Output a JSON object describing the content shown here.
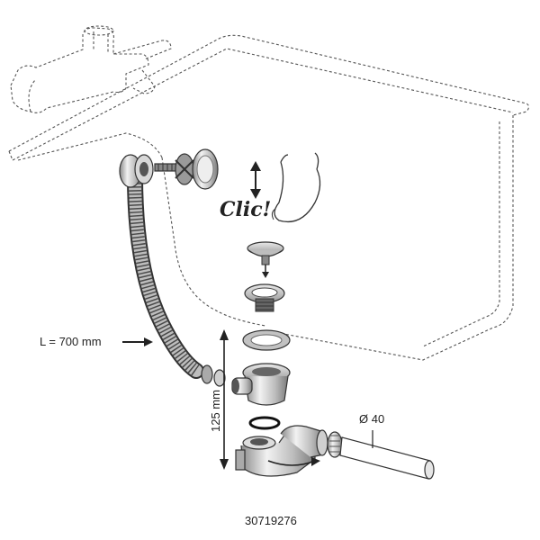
{
  "labels": {
    "hose_length": "L = 700 mm",
    "height": "125 mm",
    "diameter": "Ø 40",
    "click": "Clic!",
    "product_code": "30719276"
  },
  "icons": [
    "faucet-icon",
    "overflow-cap-icon",
    "foot-icon",
    "plug-icon",
    "drain-icon",
    "trap-icon",
    "pipe-icon"
  ],
  "colors": {
    "line": "#333333",
    "metal": "#c8c8c8",
    "dark": "#4a4a4a"
  }
}
